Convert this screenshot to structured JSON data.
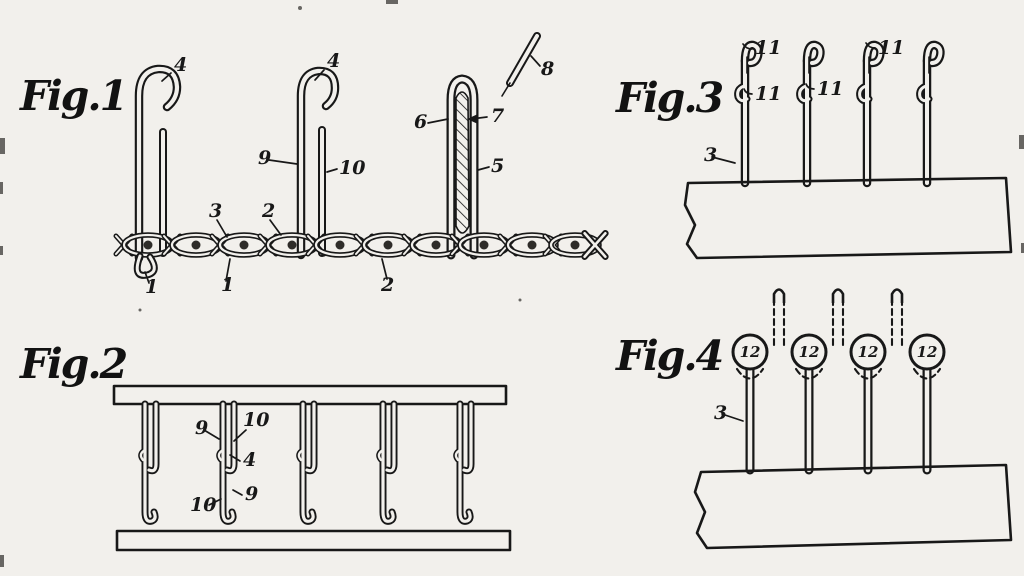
{
  "palette": {
    "paper": "#f2f0ec",
    "ink": "#181818"
  },
  "fig1": {
    "label": "Fig.1",
    "refs": {
      "hook_left": "4",
      "hook_mid": "4",
      "needle": "8",
      "loop_left_side": "6",
      "loop_hatch": "7",
      "loop_right_side": "5",
      "leg": "9",
      "pin": "10",
      "chain_top_left": "3",
      "chain_top_right": "2",
      "chain_bottom_far_left": "1",
      "chain_bottom_left": "1",
      "chain_bottom_mid": "2"
    }
  },
  "fig2": {
    "label": "Fig.2",
    "refs": {
      "upper_left": "9",
      "upper_right": "10",
      "middle": "4",
      "lower_left": "10",
      "lower_right": "9"
    }
  },
  "fig3": {
    "label": "Fig.3",
    "refs": {
      "needle1_top": "11",
      "needle1_latch": "11",
      "needle2_latch": "11",
      "needle3_top": "11",
      "shaft": "3"
    }
  },
  "fig4": {
    "label": "Fig.4",
    "refs": {
      "ball1": "12",
      "ball2": "12",
      "ball3": "12",
      "ball4": "12",
      "shaft": "3"
    }
  }
}
